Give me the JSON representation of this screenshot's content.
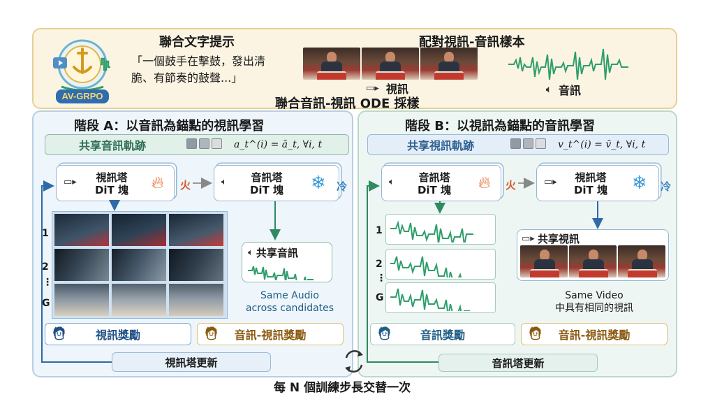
{
  "logo": {
    "text": "AV-GRPO"
  },
  "top": {
    "prompt_title": "聯合文字提示",
    "prompt_line1": "「一個鼓手在擊鼓，發出清",
    "prompt_line2": "脆、有節奏的鼓聲...」",
    "pair_title": "配對視訊-音訊樣本",
    "video_label": "視訊",
    "audio_label": "音訊",
    "sampling_label": "聯合音訊-視訊 ODE 採樣"
  },
  "stage_a": {
    "title": "階段 A：以音訊為錨點的視訊學習",
    "traj_label": "共享音訊軌跡",
    "formula": "a_t^(i) = ā_t, ∀i, t",
    "video_tower": "視訊塔\nDiT 塊",
    "audio_tower": "音訊塔\nDiT 塊",
    "fire": "火",
    "cold": "冷",
    "rows": [
      "1",
      "2",
      "⋮",
      "G"
    ],
    "shared_audio": "共享音訊",
    "note": "Same Audio\nacross candidates",
    "video_reward": "視訊獎勵",
    "av_reward": "音訊-視訊獎勵",
    "update": "視訊塔更新"
  },
  "stage_b": {
    "title": "階段 B：以視訊為錨點的音訊學習",
    "traj_label": "共享視訊軌跡",
    "formula": "v_t^(i) = v̄_t, ∀i, t",
    "audio_tower": "音訊塔\nDiT 塊",
    "video_tower": "視訊塔\nDiT 塊",
    "fire": "火",
    "cold": "冷",
    "rows": [
      "1",
      "2",
      "⋮",
      "G"
    ],
    "shared_video": "共享視訊",
    "note": "Same Video\n中具有相同的視訊",
    "audio_reward": "音訊獎勵",
    "av_reward": "音訊-視訊獎勵",
    "update": "音訊塔更新"
  },
  "footer": "每 N 個訓練步長交替一次",
  "colors": {
    "fire": "#d2582b",
    "cold": "#3d82c4",
    "wave": "#2e9e6b",
    "stage_a_bg": "#eef5fb",
    "stage_b_bg": "#eef6f3",
    "top_bg": "#fbf4e3"
  },
  "icons": [
    "video-icon",
    "audio-icon",
    "fire-icon",
    "snowflake-icon",
    "refresh-icon",
    "person-icon"
  ]
}
